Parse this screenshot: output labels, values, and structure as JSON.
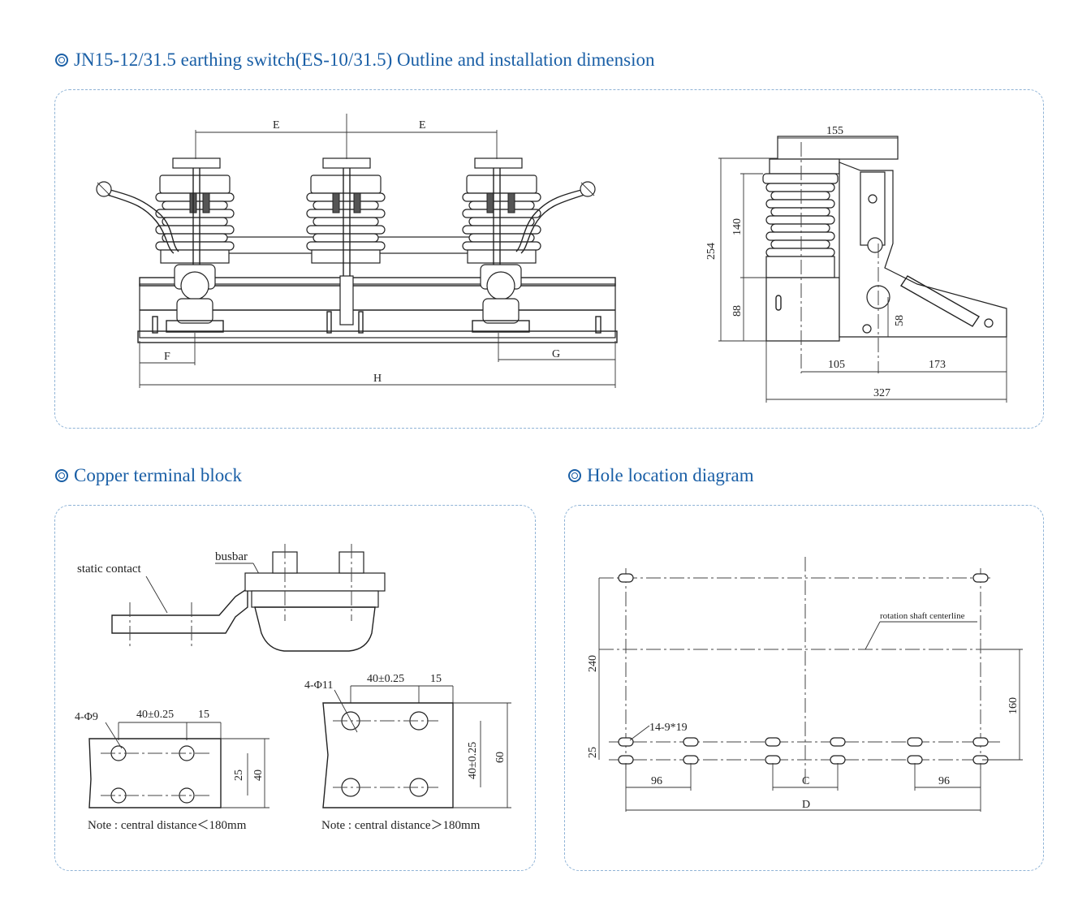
{
  "sections": {
    "outline": {
      "title": "JN15-12/31.5 earthing switch(ES-10/31.5) Outline and installation dimension"
    },
    "copper": {
      "title": "Copper terminal block"
    },
    "holes": {
      "title": "Hole location diagram"
    }
  },
  "outline_front": {
    "dim_e1": "E",
    "dim_e2": "E",
    "dim_f": "F",
    "dim_g": "G",
    "dim_h": "H"
  },
  "outline_side": {
    "dim_155": "155",
    "dim_140": "140",
    "dim_254": "254",
    "dim_88": "88",
    "dim_58": "58",
    "dim_105": "105",
    "dim_173": "173",
    "dim_327": "327"
  },
  "copper": {
    "static_contact": "static contact",
    "busbar": "busbar",
    "left": {
      "holes": "4-Φ9",
      "pitch": "40±0.25",
      "edge": "15",
      "v1": "25",
      "v2": "40",
      "note": "Note : central distance＜180mm"
    },
    "right": {
      "holes": "4-Φ11",
      "pitch": "40±0.25",
      "edge": "15",
      "v1": "40±0.25",
      "v2": "60",
      "note": "Note : central distance＞180mm"
    }
  },
  "holes": {
    "shaft": "rotation shaft centerline",
    "slot": "14-9*19",
    "d240": "240",
    "d25": "25",
    "d160": "160",
    "d96a": "96",
    "d96b": "96",
    "dc": "C",
    "dd": "D"
  },
  "colors": {
    "heading": "#1a5fa6",
    "panel_border": "#8fb3d6",
    "line": "#222222"
  }
}
